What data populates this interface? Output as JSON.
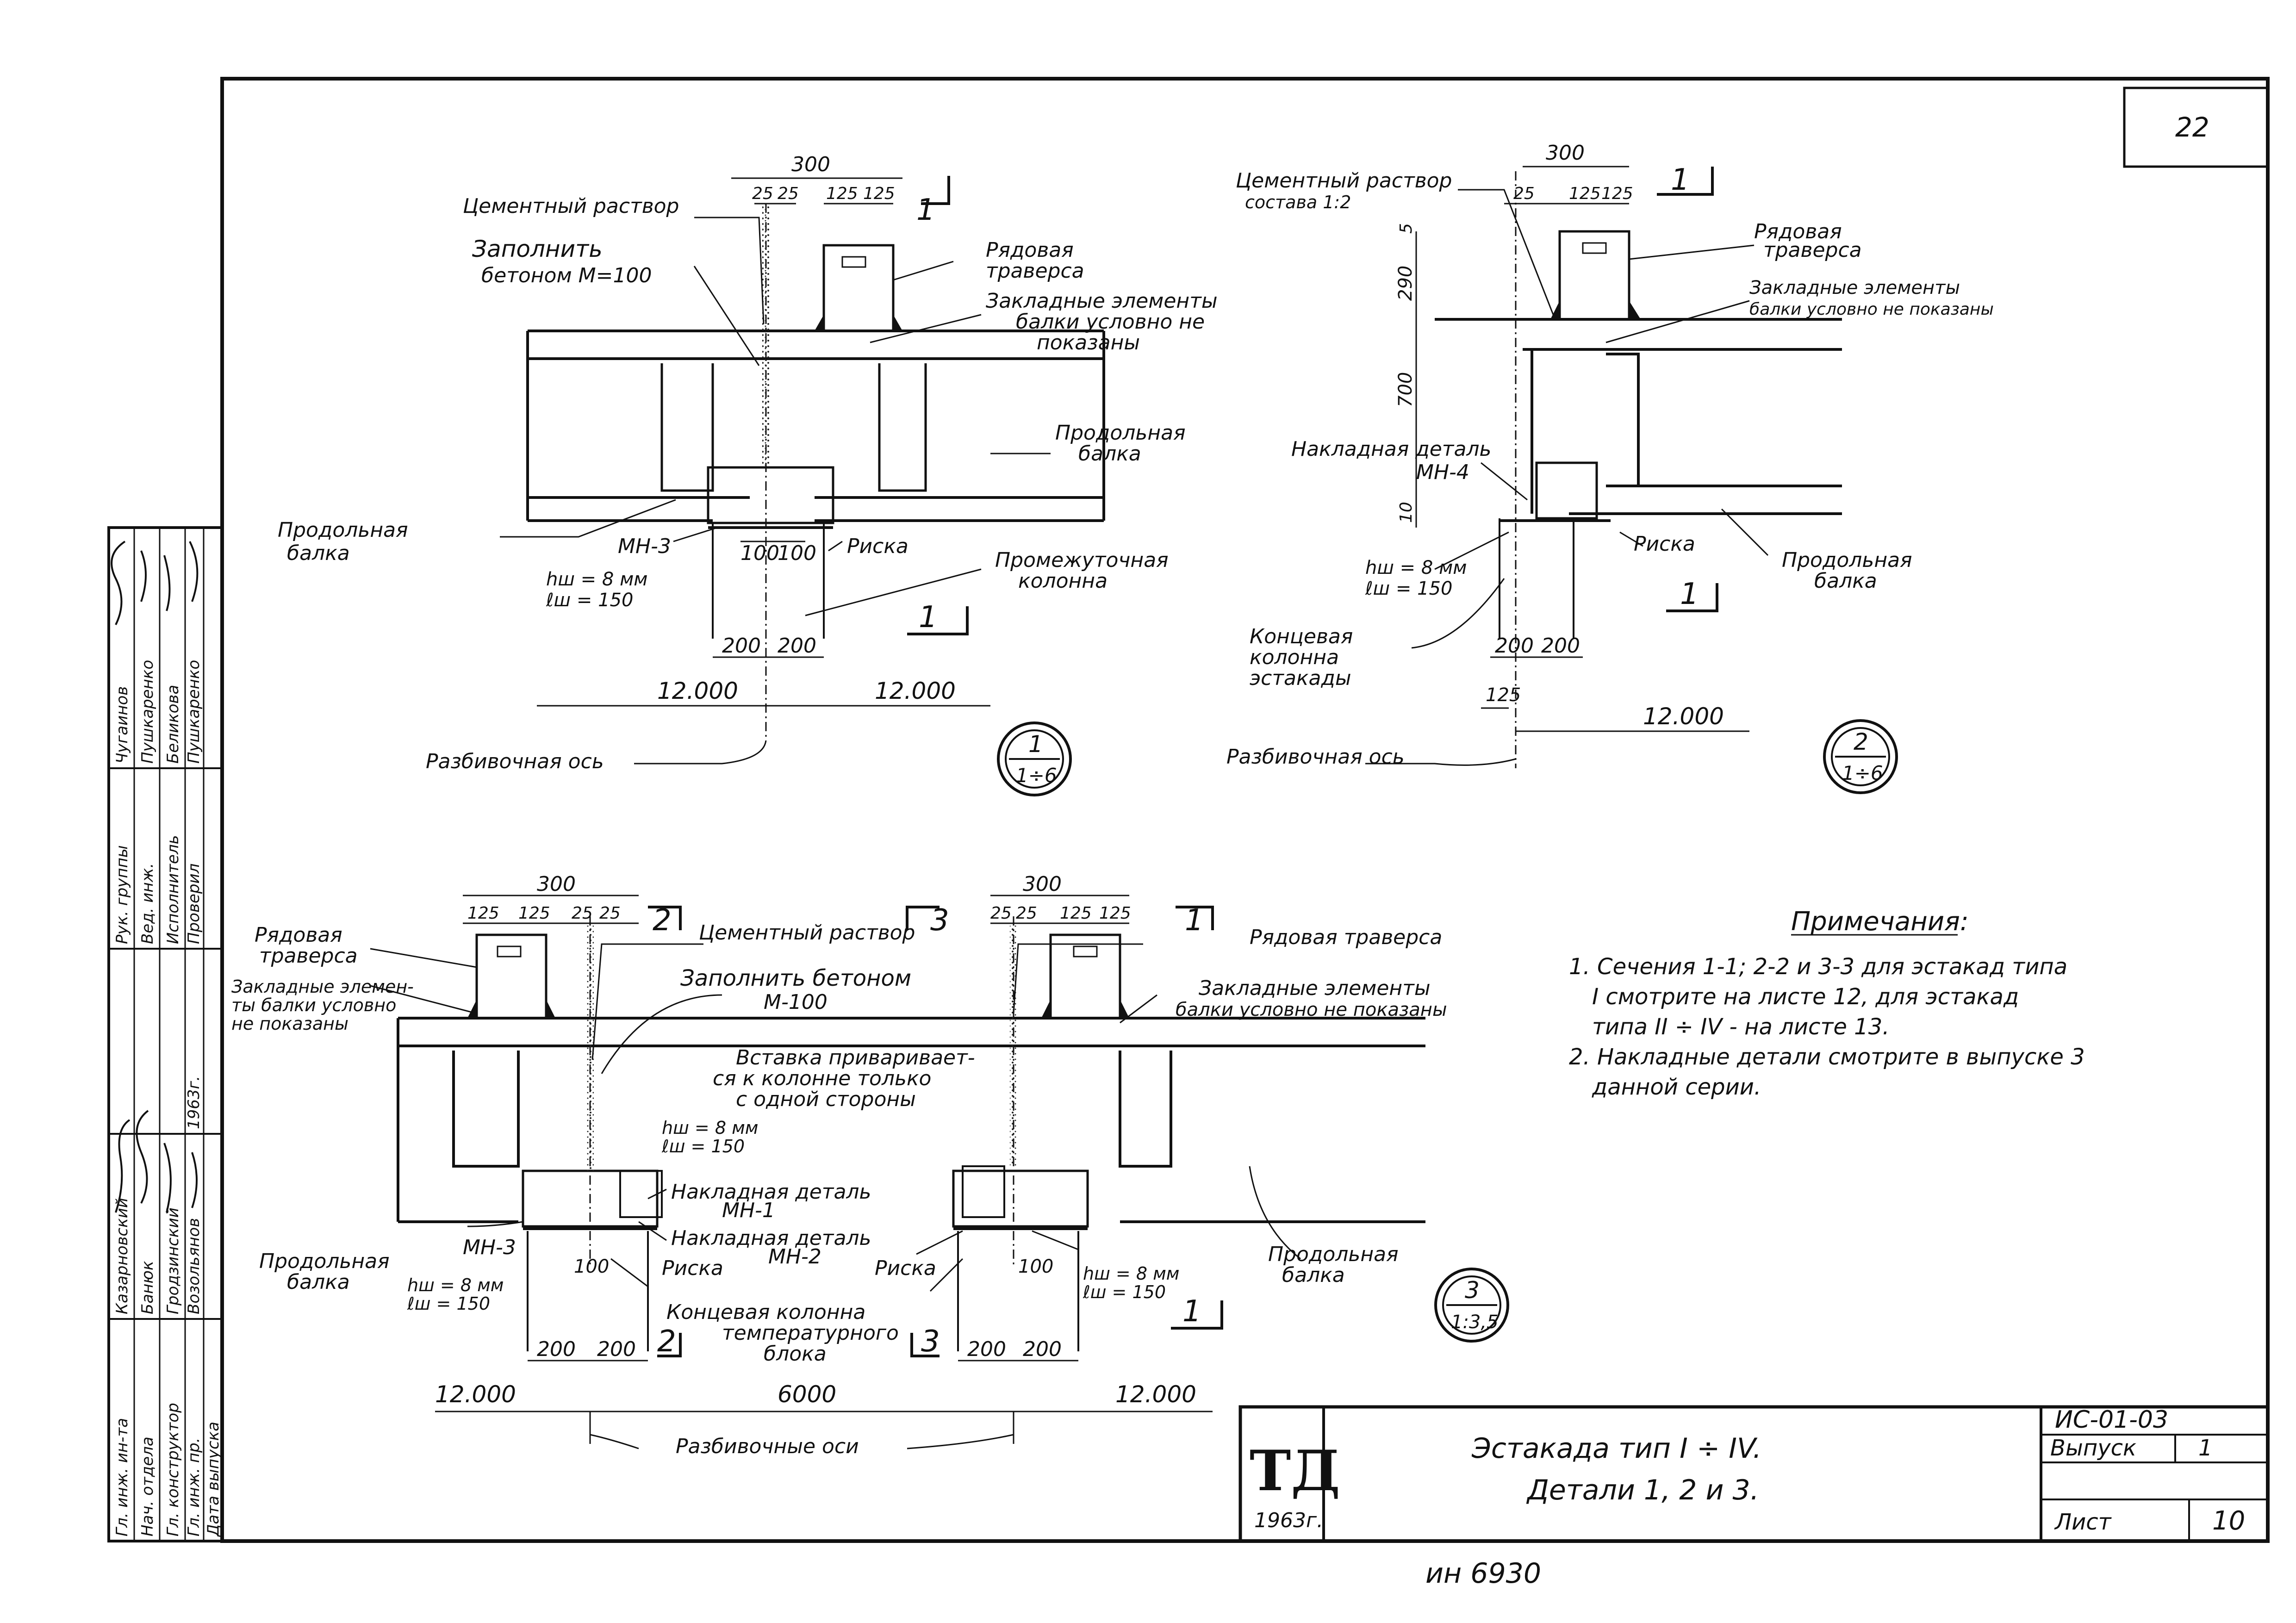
{
  "sheet": {
    "page_number": "22",
    "handwritten_note": "ин 6930"
  },
  "detail1": {
    "labels": {
      "cement": "Цементный раствор",
      "fill1": "Заполнить",
      "fill2": "бетоном М=100",
      "traverse1": "Рядовая",
      "traverse2": "траверса",
      "embed1": "Закладные элементы",
      "embed2": "балки условно не",
      "embed3": "показаны",
      "beam_r1": "Продольная",
      "beam_r2": "балка",
      "beam_l1": "Продольная",
      "beam_l2": "балка",
      "mn": "МН-3",
      "weld1": "hш = 8 мм",
      "weld2": "ℓш = 150",
      "risk": "Риска",
      "col1": "Промежуточная",
      "col2": "колонна",
      "axis": "Разбивочная ось",
      "section": "1"
    },
    "dims": {
      "d300": "300",
      "d25a": "25",
      "d25b": "25",
      "d125a": "125",
      "d125b": "125",
      "d100a": "100",
      "d100b": "100",
      "d200a": "200",
      "d200b": "200",
      "span_l": "12.000",
      "span_r": "12.000"
    },
    "marker": {
      "num": "1",
      "scale": "1÷6"
    }
  },
  "detail2": {
    "labels": {
      "cement1": "Цементный раствор",
      "cement2": "состава 1:2",
      "traverse1": "Рядовая",
      "traverse2": "траверса",
      "embed1": "Закладные элементы",
      "embed2": "балки условно не показаны",
      "overlay1": "Накладная деталь",
      "overlay2": "МН-4",
      "weld1": "hш = 8 мм",
      "weld2": "ℓш = 150",
      "risk": "Риска",
      "beam1": "Продольная",
      "beam2": "балка",
      "col1": "Концевая",
      "col2": "колонна",
      "col3": "эстакады",
      "axis": "Разбивочная ось",
      "section": "1"
    },
    "dims": {
      "d300": "300",
      "d25": "25",
      "d125a": "125",
      "d125b": "125",
      "h290": "290",
      "h5": "5",
      "h700": "700",
      "h10": "10",
      "d200a": "200",
      "d200b": "200",
      "d125c": "125",
      "span": "12.000"
    },
    "marker": {
      "num": "2",
      "scale": "1÷6"
    }
  },
  "detail3": {
    "labels": {
      "traverse_l1": "Рядовая",
      "traverse_l2": "траверса",
      "embed_l1": "Закладные элемен-",
      "embed_l2": "ты балки условно",
      "embed_l3": "не показаны",
      "cement": "Цементный раствор",
      "fill1": "Заполнить бетоном",
      "fill2": "М-100",
      "insert1": "Вставка приваривает-",
      "insert2": "ся к колонне только",
      "insert3": "с одной стороны",
      "weld_c1": "hш = 8 мм",
      "weld_c2": "ℓш = 150",
      "overlay1a": "Накладная деталь",
      "overlay1b": "МН-1",
      "overlay2a": "Накладная деталь",
      "overlay2b": "МН-2",
      "traverse_r": "Рядовая траверса",
      "embed_r1": "Закладные элементы",
      "embed_r2": "балки условно не показаны",
      "beam_l1": "Продольная",
      "beam_l2": "балка",
      "beam_r1": "Продольная",
      "beam_r2": "балка",
      "mn": "МН-3",
      "weld_l1": "hш = 8 мм",
      "weld_l2": "ℓш = 150",
      "weld_r1": "hш = 8 мм",
      "weld_r2": "ℓш = 150",
      "risk_l": "Риска",
      "risk_r": "Риска",
      "col1": "Концевая колонна",
      "col2": "температурного",
      "col3": "блока",
      "axes": "Разбивочные оси",
      "sec2": "2",
      "sec3": "3",
      "sec1": "1"
    },
    "dims": {
      "d300l": "300",
      "d125l1": "125",
      "d125l2": "125",
      "d25l1": "25",
      "d25l2": "25",
      "d300r": "300",
      "d25r1": "25",
      "d25r2": "25",
      "d125r1": "125",
      "d125r2": "125",
      "d100l": "100",
      "d100r": "100",
      "d200a": "200",
      "d200b": "200",
      "d200c": "200",
      "d200d": "200",
      "span_l": "12.000",
      "span_m": "6000",
      "span_r": "12.000"
    },
    "marker": {
      "num": "3",
      "scale": "1:3,5"
    }
  },
  "notes": {
    "title": "Примечания:",
    "lines": [
      "1. Сечения 1-1; 2-2 и 3-3 для эстакад типа",
      "I смотрите на листе 12, для эстакад",
      "типа II ÷ IV - на листе 13.",
      "2. Накладные детали смотрите в выпуске 3",
      "данной серии."
    ]
  },
  "title_block": {
    "logo": "ТД",
    "year": "1963г.",
    "title1": "Эстакада тип I ÷ IV.",
    "title2": "Детали 1, 2 и 3.",
    "code": "ИС-01-03",
    "issue_label": "Выпуск",
    "issue_value": "1",
    "sheet_label": "Лист",
    "sheet_value": "10"
  },
  "stamp": {
    "roles": [
      "Гл. инж. ин-та",
      "Нач. отдела",
      "Гл. конструктор",
      "Гл. инж. пр.",
      "Дата выпуска"
    ],
    "names": [
      "Казарновский",
      "Банюк",
      "Гродзинский",
      "Возольянов"
    ],
    "roles2": [
      "Рук. группы",
      "Вед. инж.",
      "Исполнитель",
      "Проверил"
    ],
    "names2": [
      "Чугаинов",
      "Пушкаренко",
      "Беликова",
      "Пушкаренко"
    ],
    "date": "1963г."
  }
}
